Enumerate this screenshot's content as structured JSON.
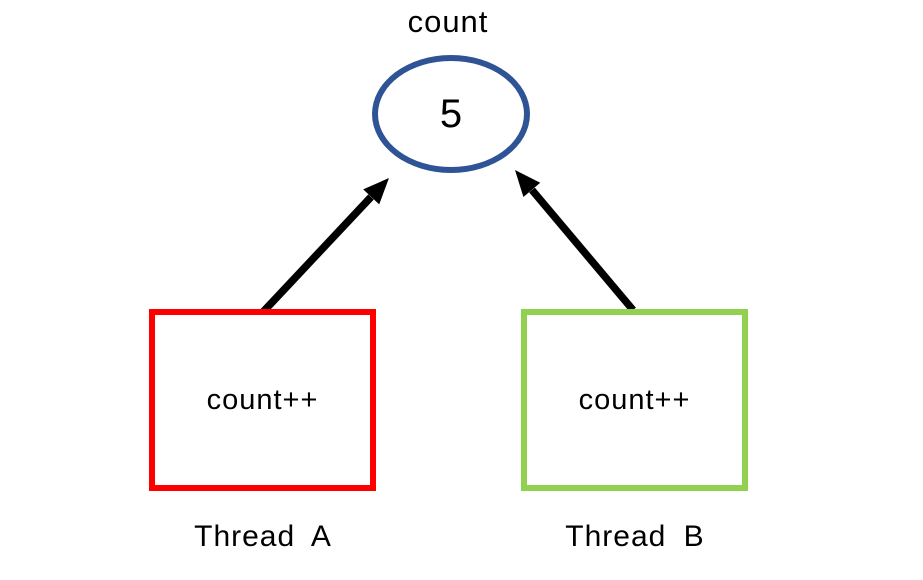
{
  "counter": {
    "title": "count",
    "value": "5"
  },
  "threads": [
    {
      "name": "Thread A",
      "operation": "count++"
    },
    {
      "name": "Thread B",
      "operation": "count++"
    }
  ],
  "icons": {
    "arrow_a": "arrow-up-right-icon",
    "arrow_b": "arrow-up-left-icon"
  },
  "colors": {
    "counter-border": "#2F5496",
    "thread-a-border": "#FF0000",
    "thread-b-border": "#92D050",
    "arrow": "#000000",
    "text": "#000000",
    "background": "#FFFFFF"
  }
}
